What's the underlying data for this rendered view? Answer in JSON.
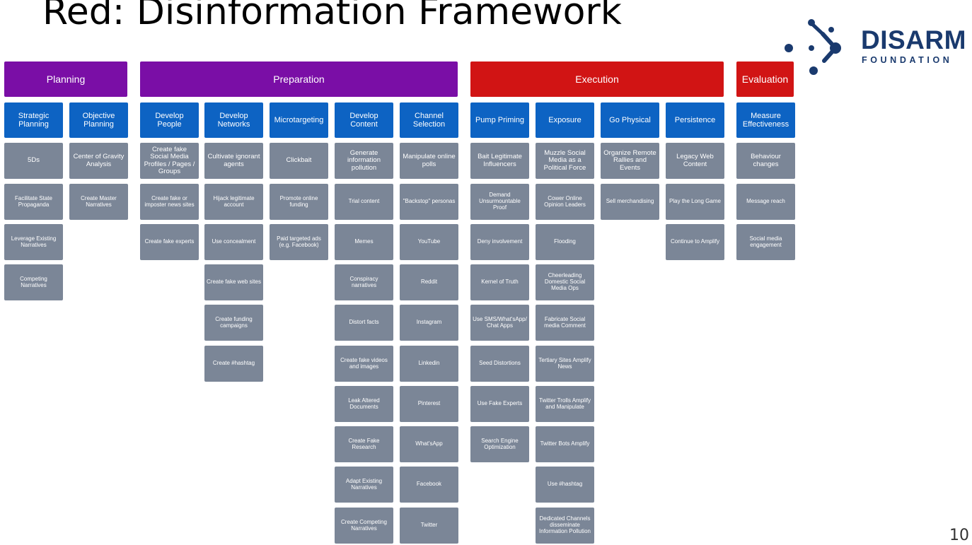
{
  "slide": {
    "title": "Red: Disinformation Framework",
    "page_number": "10"
  },
  "logo": {
    "icon": "network-nodes-icon",
    "wordmark": "DISARM",
    "subtitle": "FOUNDATION",
    "color": "#1a3a6e"
  },
  "colors": {
    "phase_purple": "#7a0ea6",
    "phase_red": "#d11414",
    "tactic_blue": "#0d63c3",
    "technique_gray": "#7b8697"
  },
  "phases": [
    {
      "label": "Planning",
      "color": "purple"
    },
    {
      "label": "Preparation",
      "color": "purple"
    },
    {
      "label": "Execution",
      "color": "red"
    },
    {
      "label": "Evaluation",
      "color": "red"
    }
  ],
  "tactics": [
    {
      "label": "Strategic Planning",
      "techniques": [
        "5Ds",
        "Facilitate State Propaganda",
        "Leverage Existing Narratives",
        "Competing Narratives"
      ]
    },
    {
      "label": "Objective Planning",
      "techniques": [
        "Center of Gravity Analysis",
        "Create Master Narratives"
      ]
    },
    {
      "label": "Develop People",
      "techniques": [
        "Create fake Social Media Profiles / Pages / Groups",
        "Create fake or imposter news sites",
        "Create fake experts"
      ]
    },
    {
      "label": "Develop Networks",
      "techniques": [
        "Cultivate ignorant agents",
        "Hijack legitimate account",
        "Use concealment",
        "Create fake web sites",
        "Create funding campaigns",
        "Create #hashtag"
      ]
    },
    {
      "label": "Microtargeting",
      "techniques": [
        "Clickbait",
        "Promote online funding",
        "Paid targeted ads (e.g. Facebook)"
      ]
    },
    {
      "label": "Develop Content",
      "techniques": [
        "Generate information pollution",
        "Trial content",
        "Memes",
        "Conspiracy narratives",
        "Distort facts",
        "Create fake videos and images",
        "Leak Altered Documents",
        "Create Fake Research",
        "Adapt Existing Narratives",
        "Create Competing Narratives"
      ]
    },
    {
      "label": "Channel Selection",
      "techniques": [
        "Manipulate online polls",
        "\"Backstop\" personas",
        "YouTube",
        "Reddit",
        "Instagram",
        "Linkedin",
        "Pinterest",
        "What'sApp",
        "Facebook",
        "Twitter"
      ]
    },
    {
      "label": "Pump Priming",
      "techniques": [
        "Bait Legitimate Influencers",
        "Demand Unsurmountable Proof",
        "Deny involvement",
        "Kernel of Truth",
        "Use SMS/What'sApp/ Chat Apps",
        "Seed Distortions",
        "Use Fake Experts",
        "Search Engine Optimization"
      ]
    },
    {
      "label": "Exposure",
      "techniques": [
        "Muzzle Social Media as a Political Force",
        "Cower Online Opinion Leaders",
        "Flooding",
        "Cheerleading Domestic Social Media Ops",
        "Fabricate Social media Comment",
        "Tertiary Sites Amplify News",
        "Twitter Trolls Amplify and Manipulate",
        "Twitter Bots Amplify",
        "Use #hashtag",
        "Dedicated Channels disseminate Information Pollution"
      ]
    },
    {
      "label": "Go Physical",
      "techniques": [
        "Organize Remote Rallies and Events",
        "Sell merchandising"
      ]
    },
    {
      "label": "Persistence",
      "techniques": [
        "Legacy Web Content",
        "Play the Long Game",
        "Continue to Amplify"
      ]
    },
    {
      "label": "Measure Effectiveness",
      "techniques": [
        "Behaviour changes",
        "Message reach",
        "Social media engagement"
      ]
    }
  ]
}
